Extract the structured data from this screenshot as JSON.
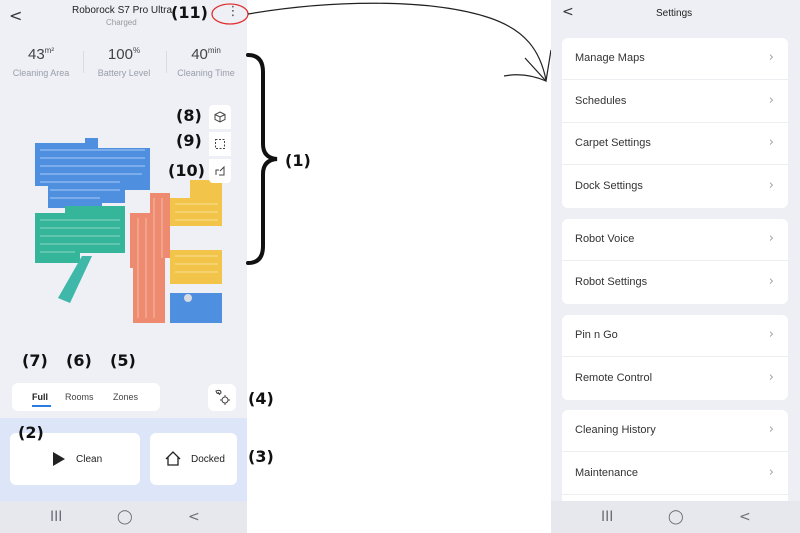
{
  "robot": {
    "name": "Roborock S7 Pro Ultra",
    "status": "Charged"
  },
  "stats": [
    {
      "value": "43",
      "unit": "m²",
      "label": "Cleaning Area"
    },
    {
      "value": "100",
      "unit": "%",
      "label": "Battery Level"
    },
    {
      "value": "40",
      "unit": "min",
      "label": "Cleaning Time"
    }
  ],
  "map_tools": [
    "3d-view-icon",
    "area-select-icon",
    "edit-map-icon"
  ],
  "modes": {
    "tabs": [
      "Full",
      "Rooms",
      "Zones"
    ],
    "selected": "Full"
  },
  "actions": {
    "clean": "Clean",
    "dock": "Docked"
  },
  "annotations": [
    "(1)",
    "(2)",
    "(3)",
    "(4)",
    "(5)",
    "(6)",
    "(7)",
    "(8)",
    "(9)",
    "(10)",
    "(11)"
  ],
  "settings": {
    "title": "Settings",
    "groups": [
      [
        "Manage Maps",
        "Schedules",
        "Carpet Settings",
        "Dock Settings"
      ],
      [
        "Robot Voice",
        "Robot Settings"
      ],
      [
        "Pin n Go",
        "Remote Control"
      ],
      [
        "Cleaning History",
        "Maintenance"
      ]
    ]
  },
  "system_nav": [
    "III",
    "◯",
    "<"
  ],
  "colors": {
    "background": "#eef0f6",
    "highlight_circle": "#e03030",
    "room_blue": "#4f8fe0",
    "room_yellow": "#f3c44a",
    "room_green": "#35b59a",
    "room_orange": "#ee8a70",
    "carpet_teal": "#3fb7a9"
  }
}
